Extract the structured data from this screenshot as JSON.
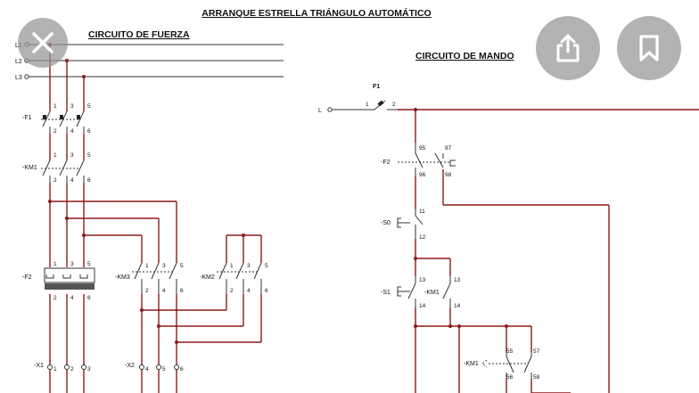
{
  "diagram": {
    "title": "ARRANQUE ESTRELLA TRIÁNGULO AUTOMÁTICO",
    "power_heading": "CIRCUITO DE FUERZA",
    "control_heading": "CIRCUITO DE MANDO",
    "phases": [
      "L1",
      "L2",
      "L3"
    ],
    "neutral_label": "L",
    "fuse_label": "F1",
    "fuse_pins": [
      "1",
      "2"
    ],
    "power_f1": {
      "label": "-F1",
      "top": [
        "1",
        "3",
        "5"
      ],
      "bottom": [
        "2",
        "4",
        "6"
      ]
    },
    "power_km1": {
      "label": "-KM1",
      "top": [
        "1",
        "3",
        "5"
      ],
      "bottom": [
        "2",
        "4",
        "6"
      ]
    },
    "power_f2": {
      "label": "-F2",
      "top": [
        "1",
        "3",
        "5"
      ],
      "bottom": [
        "2",
        "4",
        "6"
      ]
    },
    "power_km3": {
      "label": "-KM3",
      "top": [
        "1",
        "3",
        "5"
      ],
      "bottom": [
        "2",
        "4",
        "6"
      ]
    },
    "power_km2": {
      "label": "-KM2",
      "top": [
        "1",
        "3",
        "5"
      ],
      "bottom": [
        "2",
        "4",
        "6"
      ]
    },
    "motor_x1": "-X1",
    "motor_x2": "-X2",
    "ctrl_f2": {
      "label": "-F2",
      "pins": [
        "95",
        "96",
        "97",
        "98"
      ]
    },
    "ctrl_s0": {
      "label": "-S0",
      "pins": [
        "11",
        "12"
      ]
    },
    "ctrl_s1": {
      "label": "-S1",
      "pins": [
        "13",
        "14"
      ]
    },
    "ctrl_km1_aux": {
      "label": "-KM1",
      "pins": [
        "13",
        "14"
      ]
    },
    "ctrl_km1_timer": {
      "label": "-KM1",
      "pins": [
        "55",
        "56",
        "57",
        "58"
      ]
    }
  },
  "overlay": {
    "close_icon": "close-icon",
    "share_icon": "share-icon",
    "bookmark_icon": "bookmark-icon",
    "bg_color": "#969696",
    "icon_color": "#ffffff"
  },
  "colors": {
    "wire": "#8b1a1a",
    "line": "#333333"
  }
}
